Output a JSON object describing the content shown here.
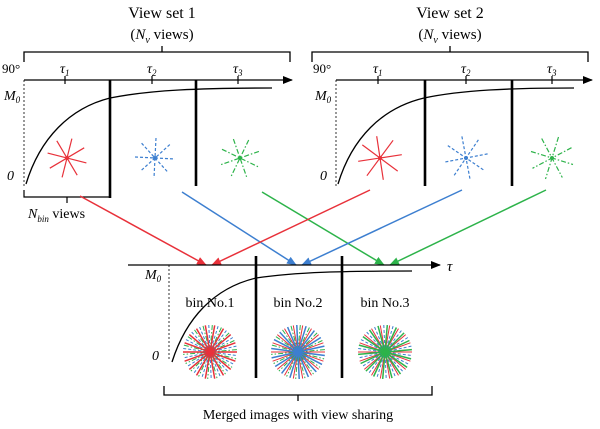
{
  "view_sets": [
    {
      "title": "View set 1",
      "subtitle_prefix": "(",
      "subtitle_sym": "N",
      "subtitle_sub": "v",
      "subtitle_suffix": " views)"
    },
    {
      "title": "View set 2",
      "subtitle_prefix": "(",
      "subtitle_sym": "N",
      "subtitle_sub": "v",
      "subtitle_suffix": " views)"
    }
  ],
  "flip_angle": "90°",
  "m0_label": "M",
  "m0_sub": "0",
  "zero_label": "0",
  "tau_labels": [
    {
      "sym": "τ",
      "sub": "1"
    },
    {
      "sym": "τ",
      "sub": "2"
    },
    {
      "sym": "τ",
      "sub": "3"
    }
  ],
  "tau_axis_label": "τ",
  "nbin": {
    "sym": "N",
    "sub": "bin",
    "suffix": " views"
  },
  "bins": [
    "bin No.1",
    "bin No.2",
    "bin No.3"
  ],
  "caption": "Merged images with view sharing",
  "colors": {
    "bin1": "#e8313a",
    "bin2": "#3d7fd0",
    "bin3": "#2db34a",
    "axis": "#000000"
  }
}
